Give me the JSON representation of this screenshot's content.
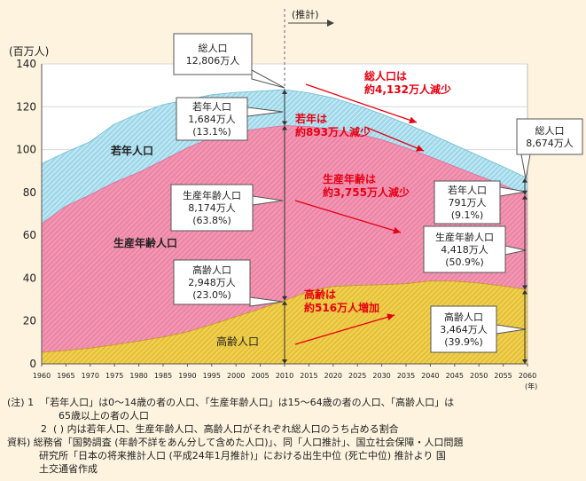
{
  "chart_data": {
    "type": "area",
    "y_unit": "(百万人)",
    "x_unit": "(年)",
    "ylim": [
      0,
      140
    ],
    "y_ticks": [
      "0",
      "20",
      "40",
      "60",
      "80",
      "100",
      "120",
      "140"
    ],
    "x_ticks": [
      "1960",
      "1965",
      "1970",
      "1975",
      "1980",
      "1985",
      "1990",
      "1995",
      "2000",
      "2005",
      "2010",
      "2015",
      "2020",
      "2025",
      "2030",
      "2035",
      "2040",
      "2045",
      "2050",
      "2055",
      "2060"
    ],
    "projection_label": "(推計)",
    "projection_start": 2010,
    "x": [
      1960,
      1965,
      1970,
      1975,
      1980,
      1985,
      1990,
      1995,
      2000,
      2005,
      2010,
      2015,
      2020,
      2025,
      2030,
      2035,
      2040,
      2045,
      2050,
      2055,
      2060
    ],
    "series": [
      {
        "name": "高齢人口",
        "color": "#f0cf4a",
        "values": [
          5.4,
          6.2,
          7.3,
          8.9,
          10.6,
          12.5,
          14.9,
          18.3,
          22.0,
          25.7,
          29.5,
          33.9,
          36.1,
          36.6,
          36.9,
          37.4,
          38.7,
          38.6,
          37.7,
          36.3,
          34.6
        ]
      },
      {
        "name": "生産年齢人口",
        "color": "#ee86a8",
        "values": [
          60.0,
          67.4,
          71.6,
          75.8,
          78.8,
          82.5,
          85.9,
          87.3,
          86.2,
          84.1,
          81.7,
          76.8,
          73.4,
          70.8,
          67.7,
          63.4,
          57.9,
          53.5,
          50.0,
          47.1,
          44.2
        ]
      },
      {
        "name": "若年人口",
        "color": "#9fd9ea",
        "values": [
          28.1,
          25.2,
          24.8,
          27.2,
          27.5,
          26.0,
          22.5,
          20.0,
          18.5,
          17.5,
          16.8,
          15.8,
          14.6,
          13.2,
          12.0,
          11.3,
          10.7,
          10.1,
          9.4,
          8.6,
          7.9
        ]
      }
    ],
    "area_labels": {
      "young": "若年人口",
      "working": "生産年齢人口",
      "elderly": "高齢人口"
    },
    "callouts_2010": {
      "total": [
        "総人口",
        "12,806万人"
      ],
      "young": [
        "若年人口",
        "1,684万人",
        "(13.1%)"
      ],
      "working": [
        "生産年齢人口",
        "8,174万人",
        "(63.8%)"
      ],
      "elderly": [
        "高齢人口",
        "2,948万人",
        "(23.0%)"
      ]
    },
    "callouts_2060": {
      "total": [
        "総人口",
        "8,674万人"
      ],
      "young": [
        "若年人口",
        "791万人",
        "(9.1%)"
      ],
      "working": [
        "生産年齢人口",
        "4,418万人",
        "(50.9%)"
      ],
      "elderly": [
        "高齢人口",
        "3,464万人",
        "(39.9%)"
      ]
    },
    "annotations": {
      "total": [
        "総人口は",
        "約4,132万人減少"
      ],
      "young": [
        "若年は",
        "約893万人減少"
      ],
      "working": [
        "生産年齢は",
        "約3,755万人減少"
      ],
      "elderly": [
        "高齢は",
        "約516万人増加"
      ]
    },
    "colors": {
      "annotation": "#e60012",
      "young": "#9fd9ea",
      "working": "#ee86a8",
      "elderly": "#f0cf4a"
    }
  },
  "notes": {
    "n1_prefix": "(注) 1",
    "n1_text": "「若年人口」は0～14歳の者の人口、「生産年齢人口」は15～64歳の者の人口、「高齢人口」は",
    "n1_cont": "65歳以上の者の人口",
    "n2_prefix": "2",
    "n2_text": "(  ) 内は若年人口、生産年齢人口、高齢人口がそれぞれ総人口のうち占める割合",
    "source_prefix": "資料)",
    "source_line1": "総務省「国勢調査 (年齢不詳をあん分して含めた人口)」、同「人口推計」、国立社会保障・人口問題",
    "source_line2": "研究所「日本の将来推計人口 (平成24年1月推計)」における出生中位 (死亡中位) 推計より 国",
    "source_line3": "土交通省作成"
  }
}
